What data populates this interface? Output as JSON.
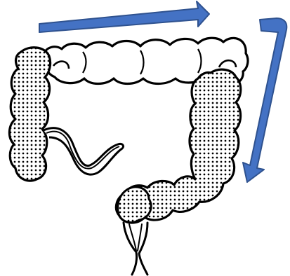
{
  "diagram": {
    "colors": {
      "background": "#ffffff",
      "outline": "#000000",
      "stipple": "#000000",
      "arrow_fill": "#4472C4",
      "arrow_stroke": "#2F528F"
    },
    "arrows": [
      {
        "name": "transverse-direction-arrow",
        "direction": "right"
      },
      {
        "name": "descending-direction-arrow",
        "direction": "down"
      }
    ],
    "segments": [
      {
        "name": "ascending-colon",
        "shaded": true
      },
      {
        "name": "transverse-colon",
        "shaded": false
      },
      {
        "name": "descending-colon",
        "shaded": true
      },
      {
        "name": "sigmoid-colon",
        "shaded": true
      },
      {
        "name": "appendix",
        "shaded": false
      },
      {
        "name": "rectum",
        "shaded": false
      }
    ]
  }
}
